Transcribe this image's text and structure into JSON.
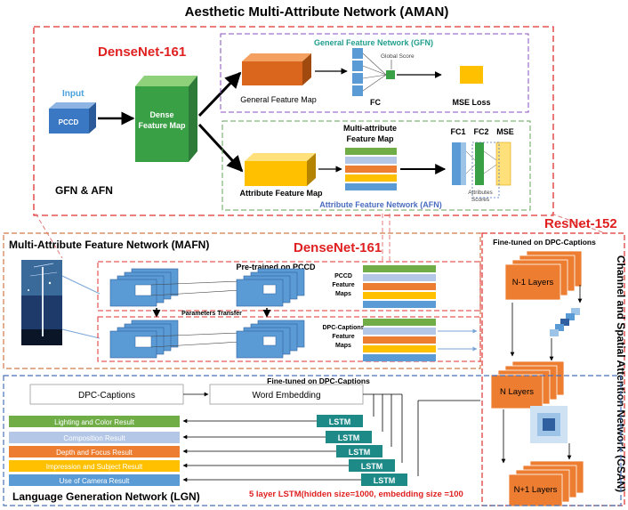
{
  "title": "Aesthetic Multi-Attribute Network (AMAN)",
  "aman": {
    "backbone": "DenseNet-161",
    "input_label": "Input",
    "pccd": "PCCD",
    "dense_l1": "Dense",
    "dense_l2": "Feature Map",
    "gfn_afn": "GFN & AFN",
    "gfn_title": "General Feature Network (GFN)",
    "general_map": "General Feature Map",
    "global_score": "Global Score",
    "fc": "FC",
    "mse_loss": "MSE Loss",
    "multi_l1": "Multi-attribute",
    "multi_l2": "Feature Map",
    "fc1": "FC1",
    "fc2": "FC2",
    "mse": "MSE",
    "attribute_map": "Attribute Feature Map",
    "attr_scores_l1": "Attributes",
    "attr_scores_l2": "Scores",
    "afn_title": "Attribute Feature Network (AFN)"
  },
  "mafn": {
    "title": "Multi-Attribute Feature Network (MAFN)",
    "backbone": "DenseNet-161",
    "pretrained": "Pre-trained on PCCD",
    "pccd_l1": "PCCD",
    "pccd_l2": "Feature",
    "pccd_l3": "Maps",
    "transfer": "Parameters Transfer",
    "dpc_l1": "DPC-Captions",
    "dpc_l2": "Feature",
    "dpc_l3": "Maps"
  },
  "csan": {
    "backbone": "ResNet-152",
    "finetuned": "Fine-tuned on DPC-Captions",
    "title": "Channel and Spatial Attention Network (CSAN)",
    "n_minus_1": "N-1 Layers",
    "n": "N  Layers",
    "n_plus_1": "N+1 Layers"
  },
  "lgn": {
    "finetuned": "Fine-tuned on DPC-Captions",
    "dpc_captions": "DPC-Captions",
    "word_embedding": "Word Embedding",
    "lstm": "LSTM",
    "results": [
      {
        "label": "Lighting and Color Result",
        "color": "#70ad47"
      },
      {
        "label": "Composition Result",
        "color": "#b4c7e7"
      },
      {
        "label": "Depth and Focus Result",
        "color": "#ed7d31"
      },
      {
        "label": "Impression and Subject Result",
        "color": "#ffc000"
      },
      {
        "label": "Use of Camera Result",
        "color": "#5b9bd5"
      }
    ],
    "title": "Language Generation Network (LGN)",
    "lstm_note": "5 layer LSTM(hidden size=1000, embedding size =100"
  },
  "colors": {
    "red_dash": "#e03030",
    "purple_dash": "#8a4ec0",
    "green_dash": "#62a35a",
    "orange_dash": "#d07a4a",
    "blue_dash": "#4a72b8",
    "red_text": "#e02020",
    "teal_text": "#1f9e8e",
    "afn_text": "#4a6cc0",
    "lstm_fill": "#1d8a88",
    "cube_front": "#3aa046",
    "orange_box": "#ed7d31",
    "yellow_box": "#ffc000",
    "blue_box": "#3b78c4",
    "feature_blue": "#5b9bd5"
  },
  "icons": [
    "photo-thumbnail",
    "arrow-icon"
  ]
}
